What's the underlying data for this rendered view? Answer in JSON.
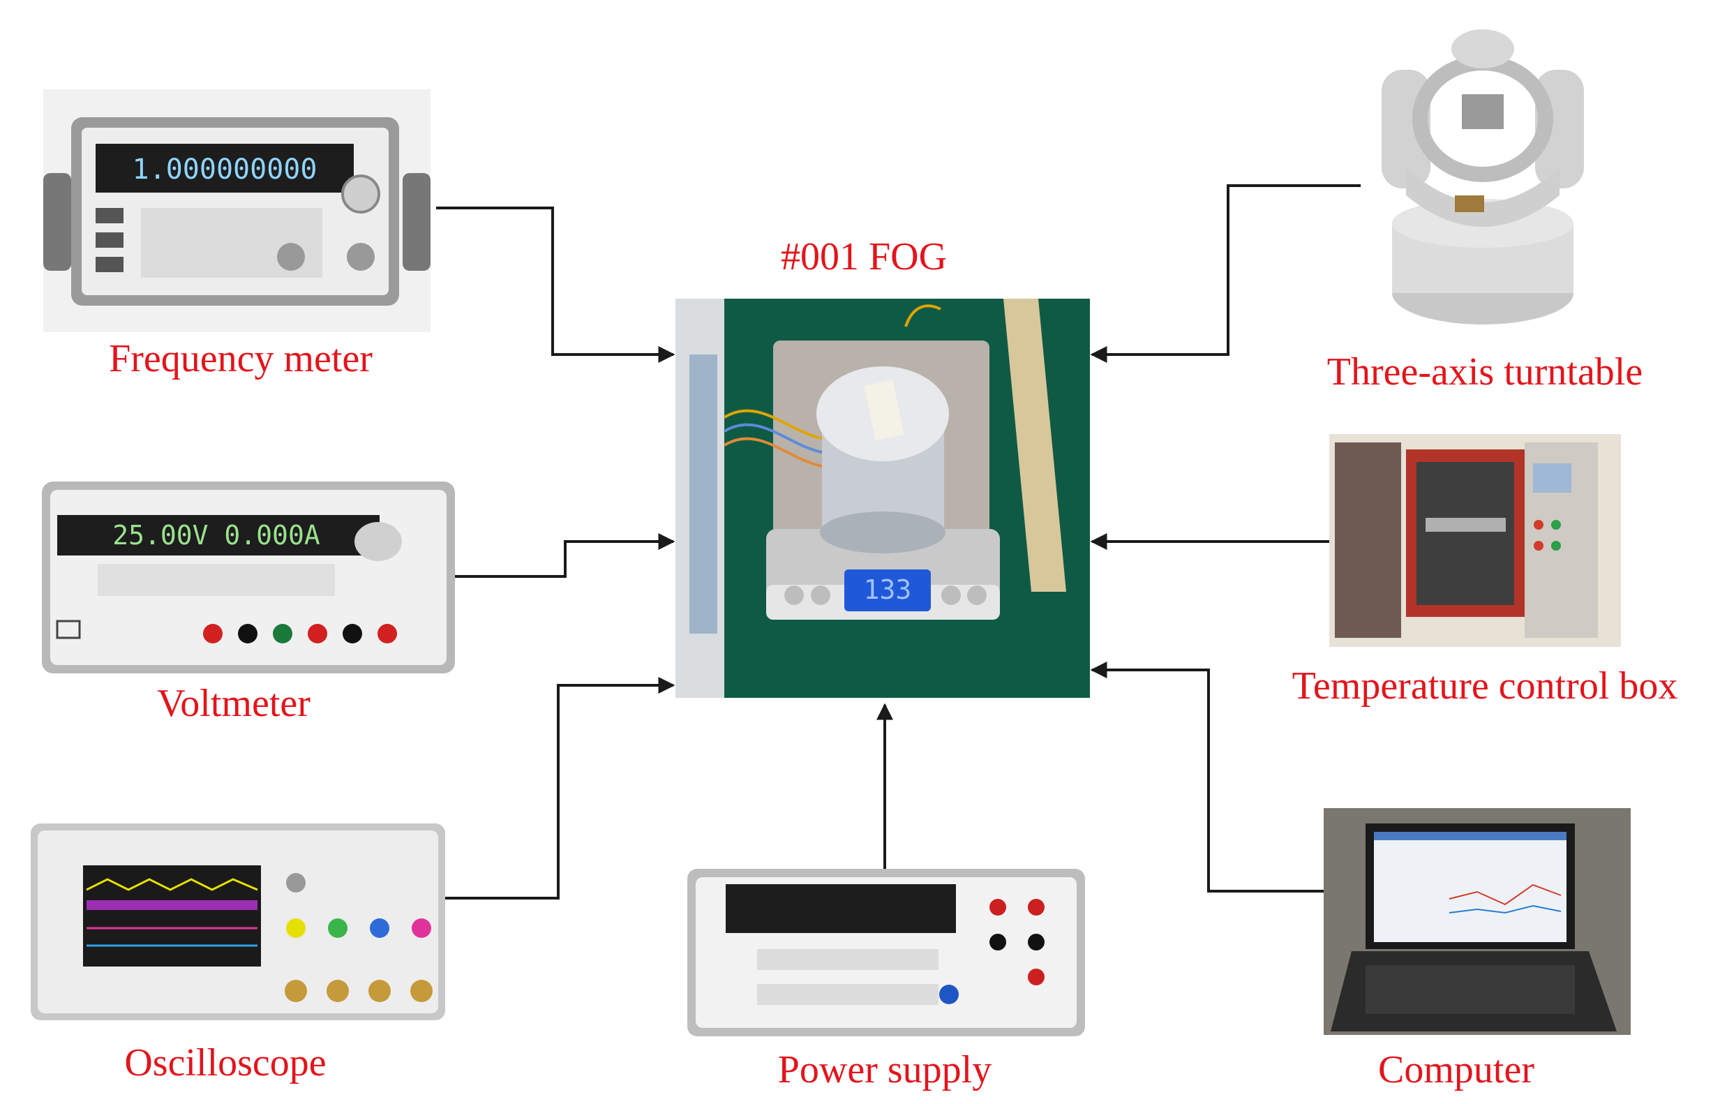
{
  "center": {
    "title": "#001 FOG",
    "scale_display": "133"
  },
  "devices": {
    "frequency_meter": {
      "label": "Frequency meter",
      "display": "1.000000000"
    },
    "voltmeter": {
      "label": "Voltmeter",
      "display": "25.00V  0.000A"
    },
    "oscilloscope": {
      "label": "Oscilloscope"
    },
    "power_supply": {
      "label": "Power supply"
    },
    "three_axis_turntable": {
      "label": "Three-axis turntable"
    },
    "temperature_control_box": {
      "label": "Temperature control box"
    },
    "computer": {
      "label": "Computer"
    }
  },
  "colors": {
    "label": "#e3141b",
    "wire": "#1a1a1a",
    "mat": "#0f5a45"
  }
}
